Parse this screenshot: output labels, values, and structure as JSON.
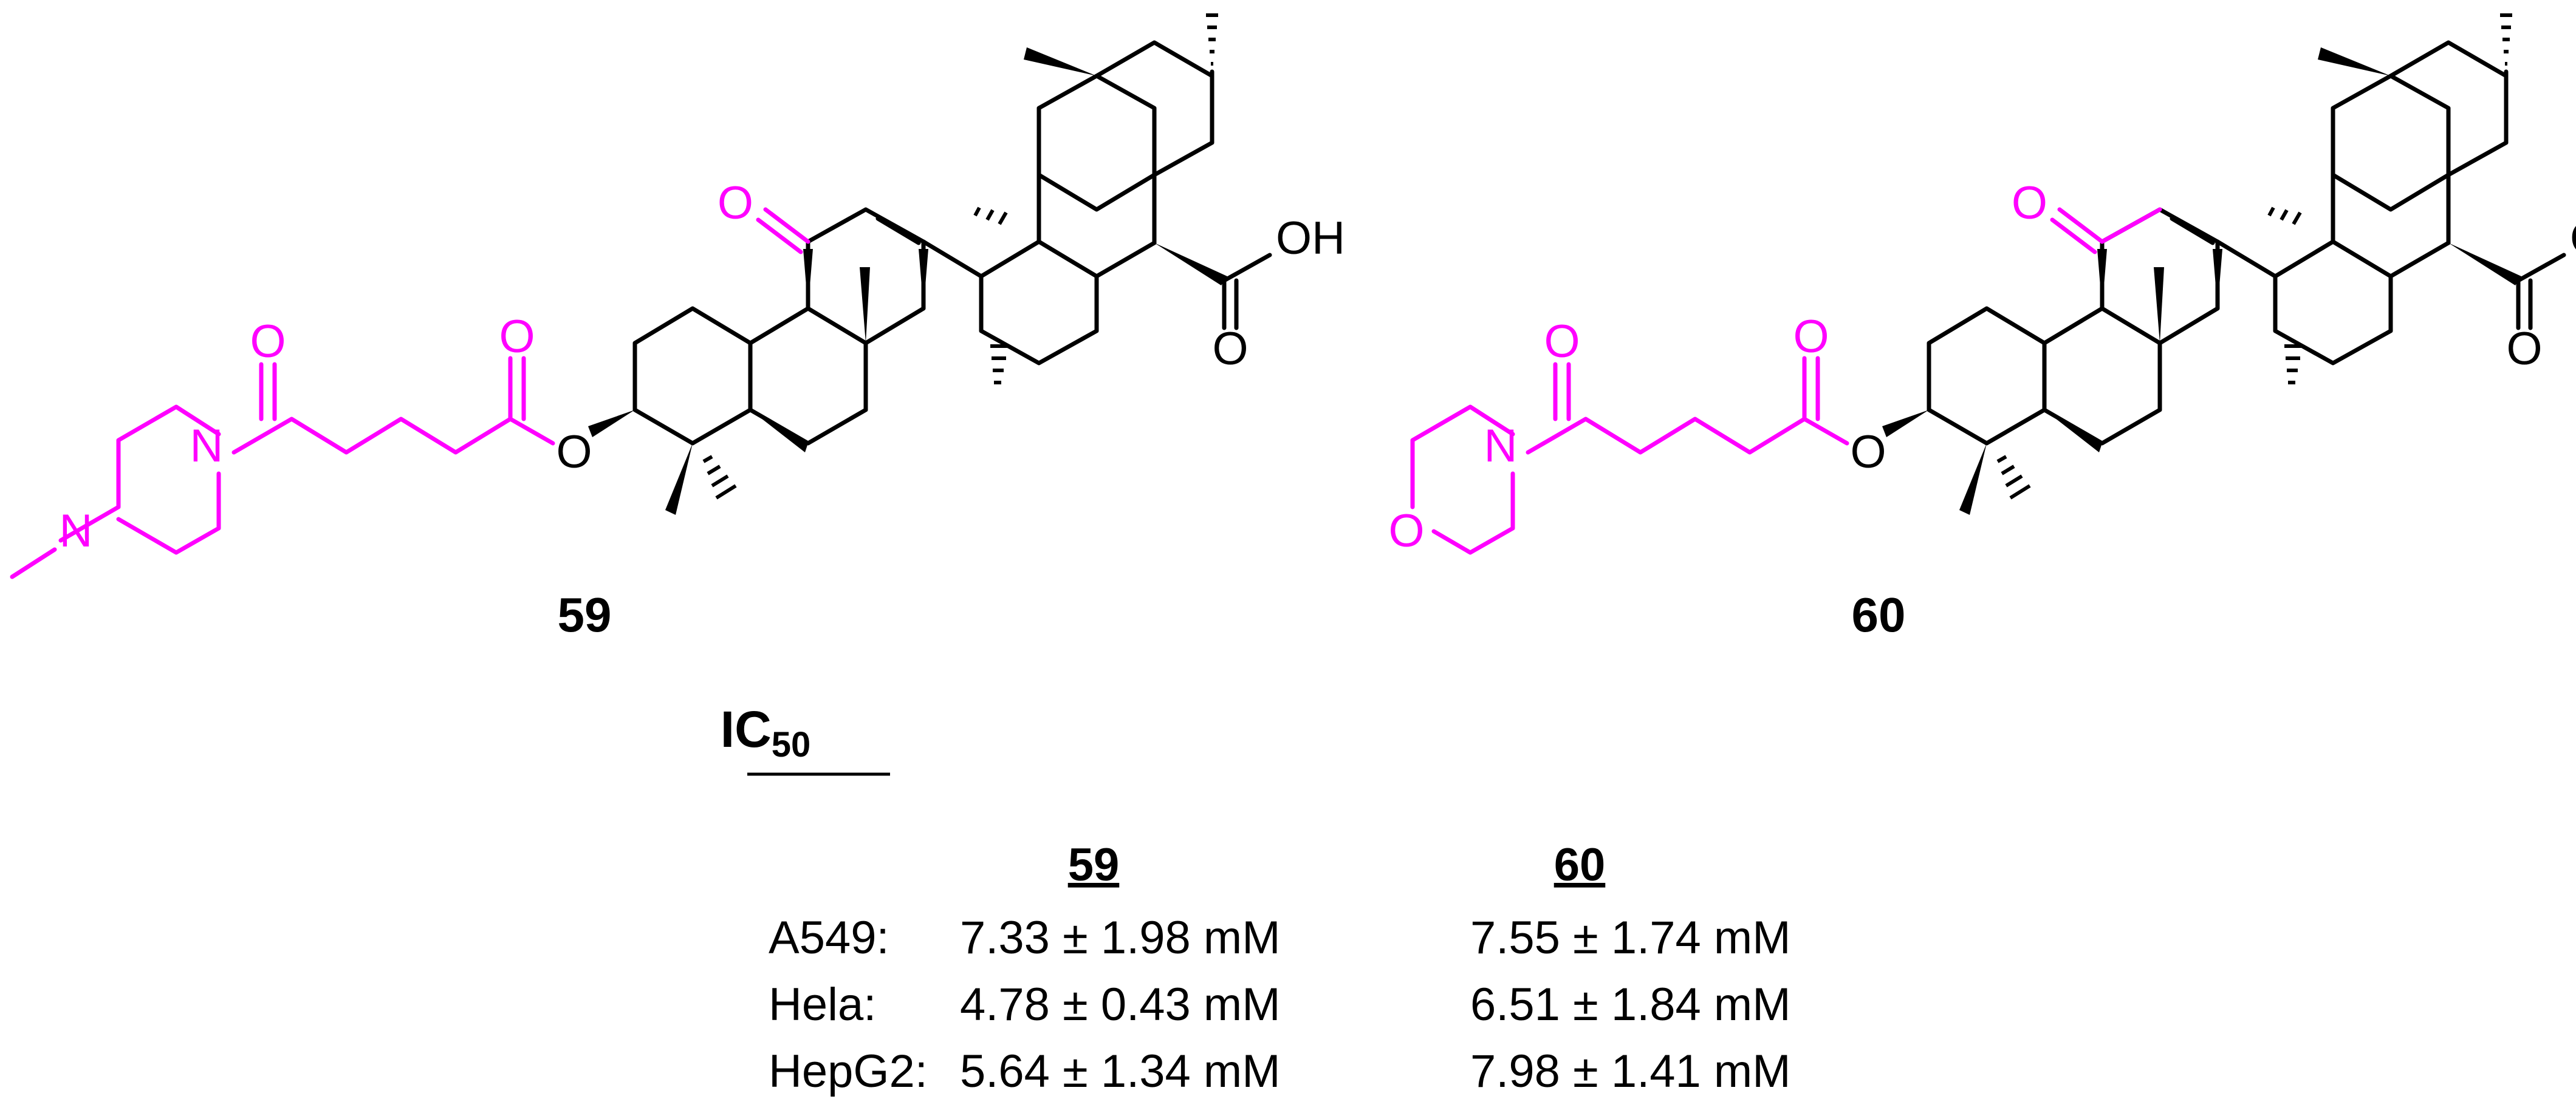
{
  "colors": {
    "highlight": "#ff00ff",
    "structure": "#000000"
  },
  "compounds": [
    {
      "id": "59",
      "amine_atoms": [
        "N",
        "N"
      ],
      "carbonyl_atoms": [
        "O",
        "O",
        "O",
        "O"
      ],
      "ester_oxygen": "O",
      "acid_label": "OH"
    },
    {
      "id": "60",
      "amine_atoms": [
        "O",
        "N"
      ],
      "carbonyl_atoms": [
        "O",
        "O",
        "O",
        "O"
      ],
      "ester_oxygen": "O",
      "acid_label": "OH"
    }
  ],
  "ic50": {
    "title": "IC",
    "subscript": "50",
    "columns": [
      "59",
      "60"
    ],
    "rows": [
      {
        "cell_line": "A549:",
        "values": [
          "7.33 ± 1.98 mM",
          "7.55 ± 1.74 mM"
        ]
      },
      {
        "cell_line": "Hela:",
        "values": [
          "4.78 ± 0.43 mM",
          "6.51 ± 1.84 mM"
        ]
      },
      {
        "cell_line": "HepG2:",
        "values": [
          "5.64 ± 1.34 mM",
          "7.98 ± 1.41 mM"
        ]
      }
    ]
  }
}
